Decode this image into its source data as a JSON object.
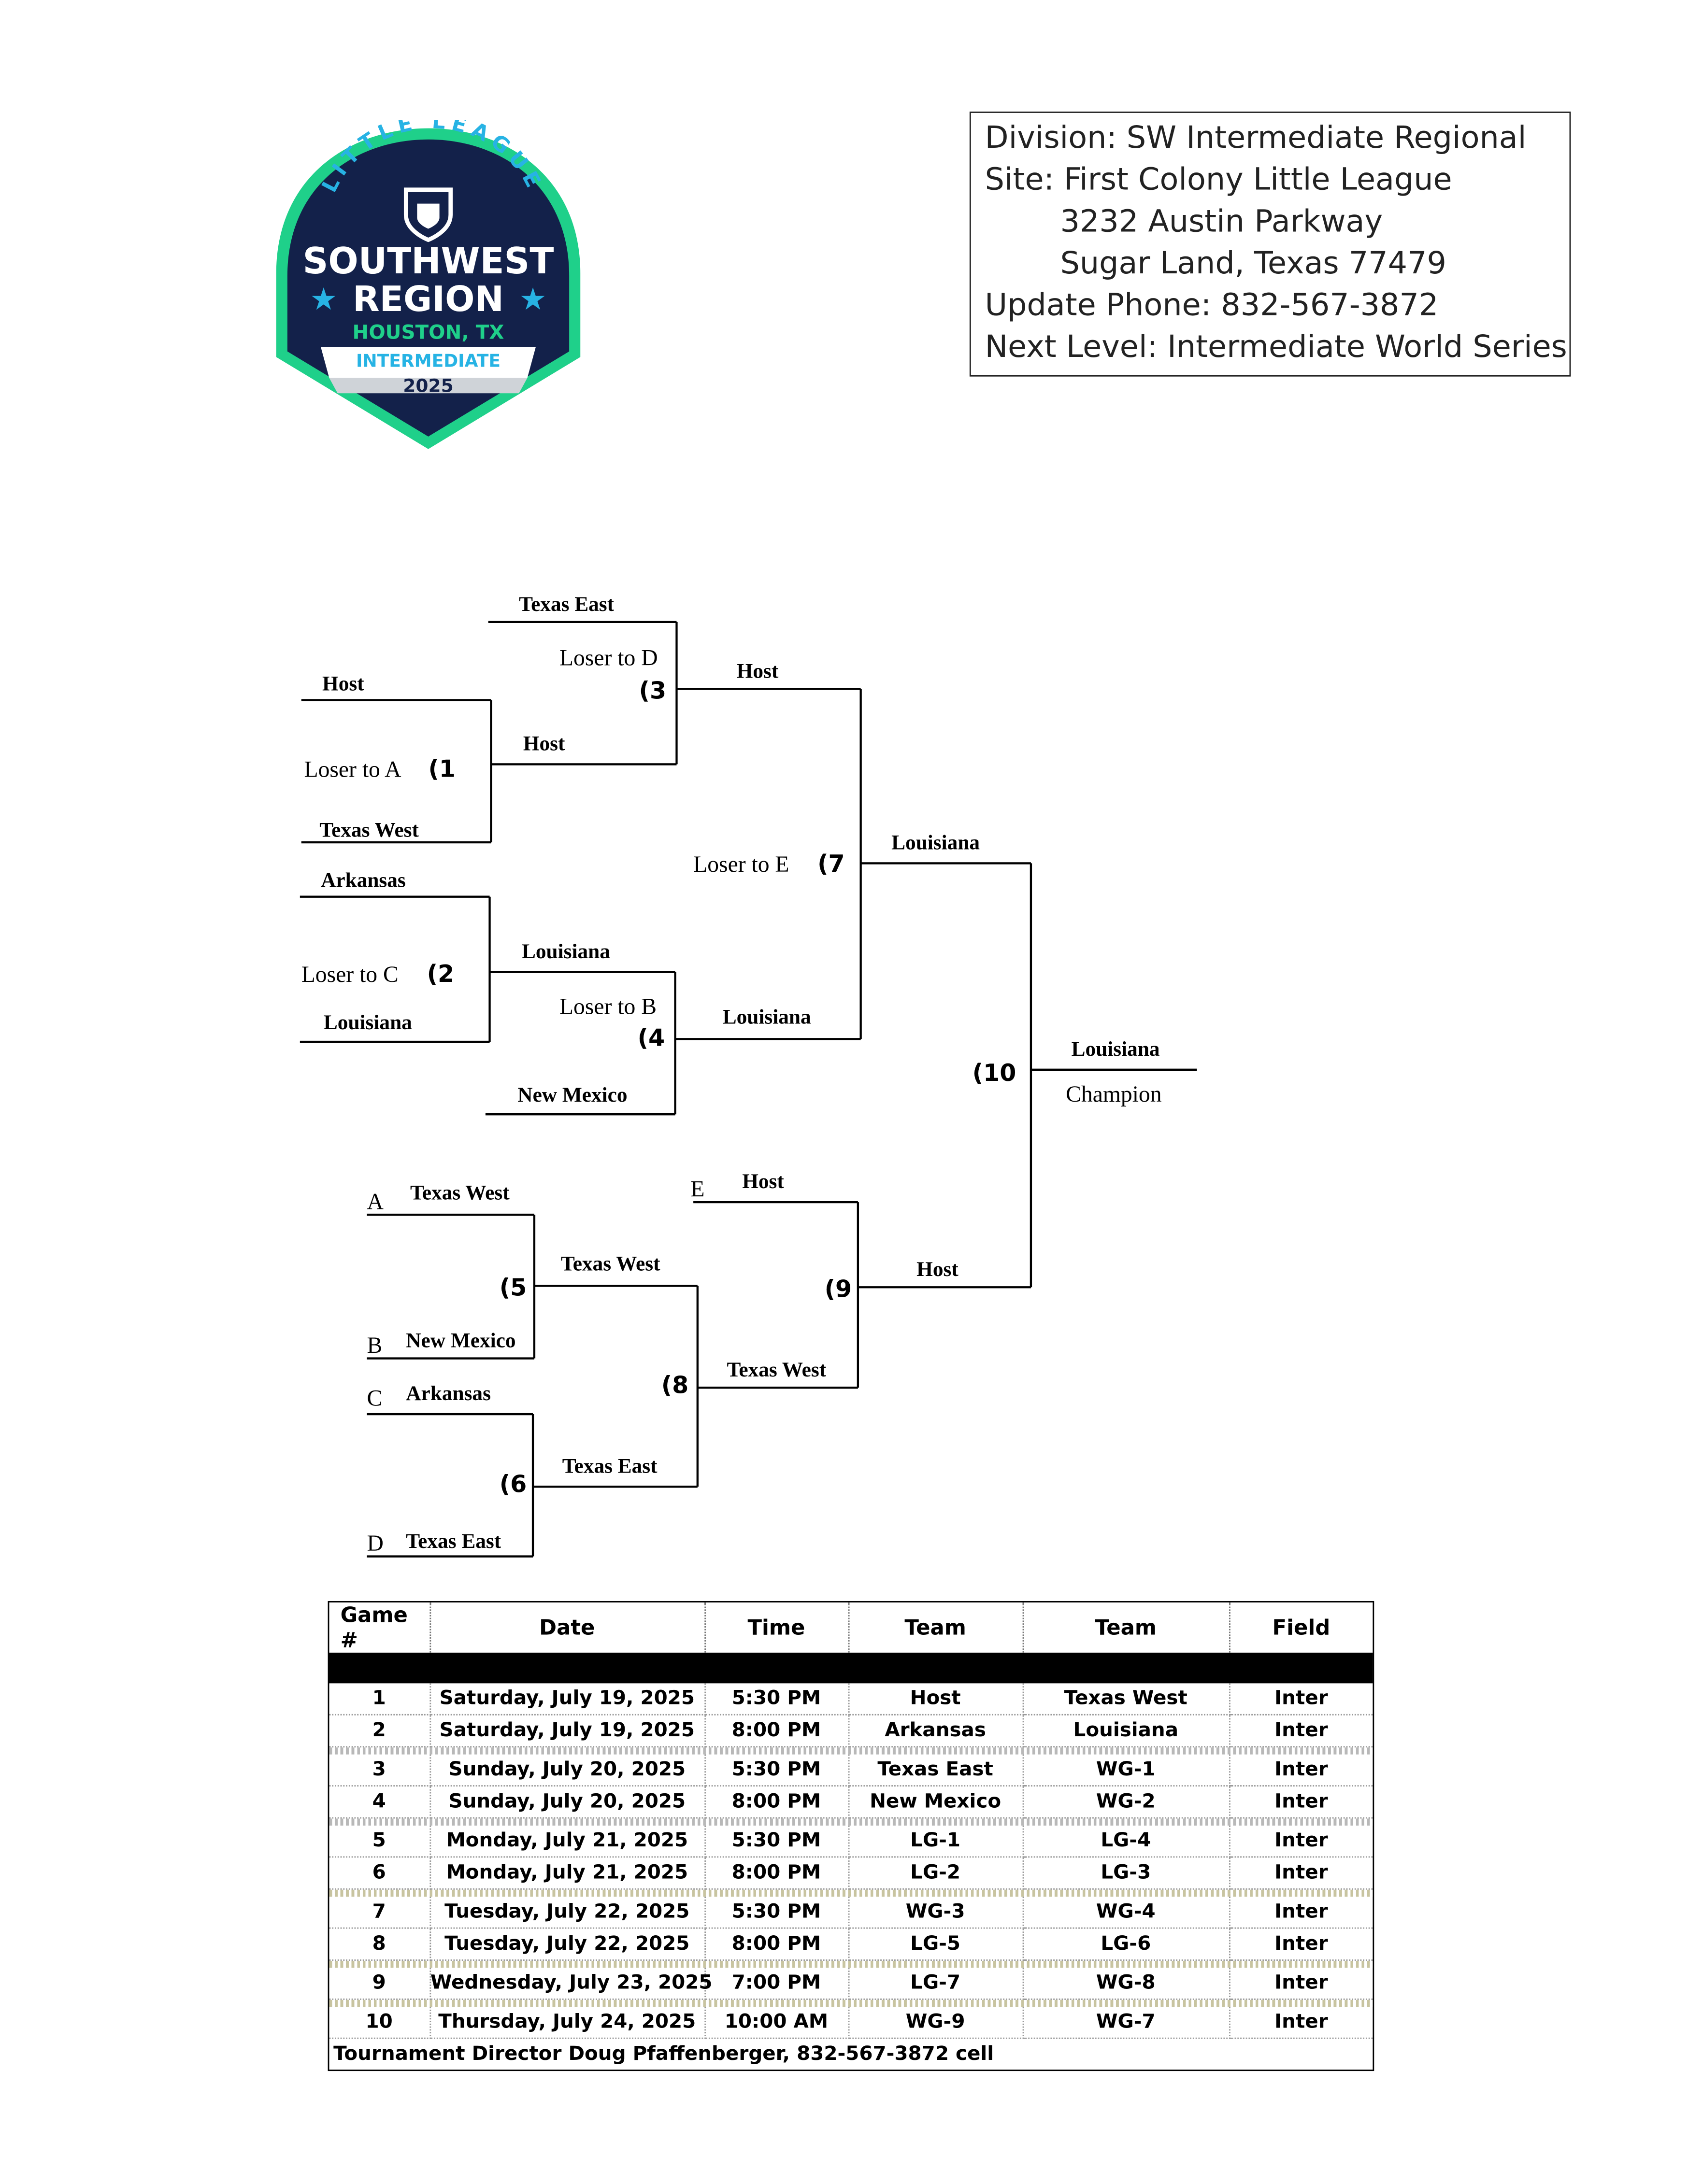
{
  "logo": {
    "arc_text": "LITTLE LEAGUE",
    "line1": "SOUTHWEST",
    "line2": "REGION",
    "city": "HOUSTON, TX",
    "division": "INTERMEDIATE",
    "year": "2025",
    "colors": {
      "navy": "#13214a",
      "green": "#1fd08a",
      "cyan": "#27b3e4"
    }
  },
  "info": {
    "division": "Division: SW Intermediate Regional",
    "site": "Site: First Colony Little League",
    "address1": "3232 Austin Parkway",
    "address2": "Sugar Land, Texas 77479",
    "phone": "Update Phone: 832-567-3872",
    "next": "Next Level: Intermediate World Series"
  },
  "bracket": {
    "g1_top": "Host",
    "g1_bottom": "Texas West",
    "g1_loser": "Loser to A",
    "g1_num": "(1",
    "g2_top": "Arkansas",
    "g2_bottom": "Louisiana",
    "g2_loser": "Loser to C",
    "g2_num": "(2",
    "g3_top": "Texas East",
    "g3_bottom": "Host",
    "g3_loser": "Loser to D",
    "g3_num": "(3",
    "g4_top": "Louisiana",
    "g4_bottom": "New Mexico",
    "g4_loser": "Loser to B",
    "g4_num": "(4",
    "g7_top": "Host",
    "g7_bottom": "Louisiana",
    "g7_loser": "Loser to E",
    "g7_num": "(7",
    "g10_top": "Louisiana",
    "g10_num": "(10",
    "champ_team": "Louisiana",
    "champ_label": "Champion",
    "g5_a_letter": "A",
    "g5_top": "Texas West",
    "g5_b_letter": "B",
    "g5_bottom": "New Mexico",
    "g5_num": "(5",
    "g6_c_letter": "C",
    "g6_top": "Arkansas",
    "g6_d_letter": "D",
    "g6_bottom": "Texas East",
    "g6_num": "(6",
    "g8_top": "Texas West",
    "g8_bottom": "Texas East",
    "g8_num": "(8",
    "g9_e_letter": "E",
    "g9_top": "Host",
    "g9_bottom": "Texas West",
    "g9_num": "(9",
    "g10_bottom": "Host"
  },
  "schedule": {
    "headers": [
      "Game #",
      "Date",
      "Time",
      "Team",
      "Team",
      "Field"
    ],
    "rows": [
      [
        "1",
        "Saturday, July 19, 2025",
        "5:30 PM",
        "Host",
        "Texas West",
        "Inter"
      ],
      [
        "2",
        "Saturday, July 19, 2025",
        "8:00 PM",
        "Arkansas",
        "Louisiana",
        "Inter"
      ],
      [
        "3",
        "Sunday, July 20, 2025",
        "5:30 PM",
        "Texas East",
        "WG-1",
        "Inter"
      ],
      [
        "4",
        "Sunday, July 20, 2025",
        "8:00 PM",
        "New Mexico",
        "WG-2",
        "Inter"
      ],
      [
        "5",
        "Monday, July 21, 2025",
        "5:30 PM",
        "LG-1",
        "LG-4",
        "Inter"
      ],
      [
        "6",
        "Monday, July 21, 2025",
        "8:00 PM",
        "LG-2",
        "LG-3",
        "Inter"
      ],
      [
        "7",
        "Tuesday, July 22, 2025",
        "5:30 PM",
        "WG-3",
        "WG-4",
        "Inter"
      ],
      [
        "8",
        "Tuesday, July 22, 2025",
        "8:00 PM",
        "LG-5",
        "LG-6",
        "Inter"
      ],
      [
        "9",
        "Wednesday, July 23, 2025",
        "7:00 PM",
        "LG-7",
        "WG-8",
        "Inter"
      ],
      [
        "10",
        "Thursday, July 24, 2025",
        "10:00 AM",
        "WG-9",
        "WG-7",
        "Inter"
      ]
    ],
    "footer": "Tournament Director Doug Pfaffenberger, 832-567-3872 cell"
  }
}
